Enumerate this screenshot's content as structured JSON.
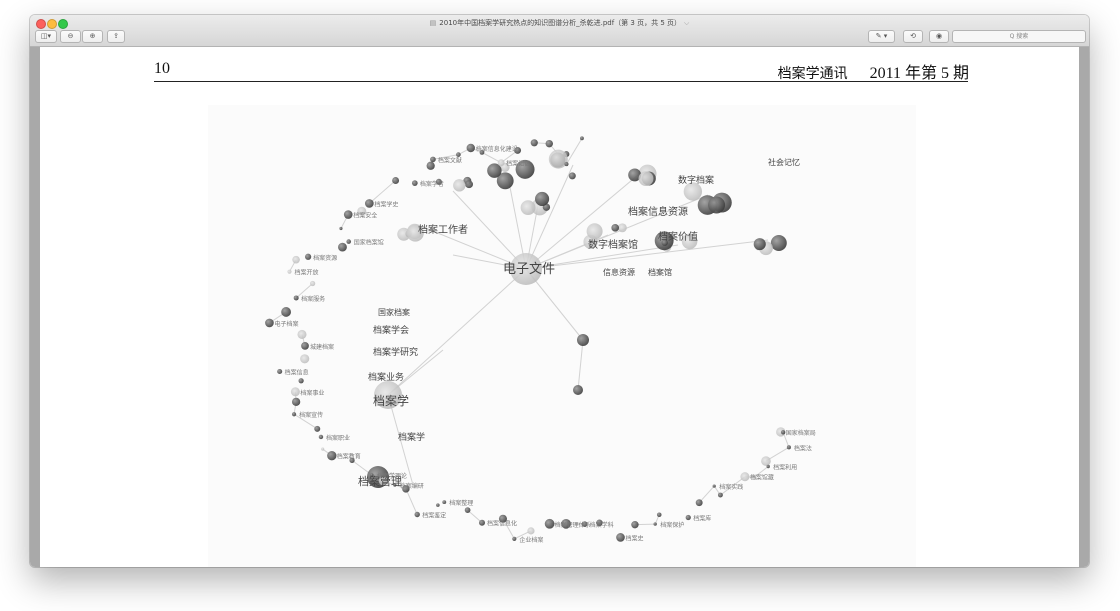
{
  "window": {
    "title": "2010年中国档案学研究热点的知识图谱分析_杀乾进.pdf（第 3 页，共 5 页）",
    "title_chevron": "⌵"
  },
  "toolbar": {
    "sidebar_icon": "sidebar-icon",
    "zoom_out_icon": "zoom-out-icon",
    "zoom_in_icon": "zoom-in-icon",
    "share_icon": "share-icon",
    "markup_icon": "pen-icon",
    "rotate_icon": "rotate-icon",
    "annotate_icon": "annotate-icon",
    "search_placeholder": "Q 搜索"
  },
  "page": {
    "page_number": "10",
    "journal_name": "档案学通讯",
    "issue": "2011 年第 5 期"
  },
  "figure": {
    "labels": [
      "电子文件",
      "档案学",
      "档案工作者",
      "国家档案",
      "档案学会",
      "档案学研究",
      "档案业务",
      "档案管理",
      "档案学",
      "数字档案馆",
      "档案信息资源",
      "数字档案",
      "社会记忆",
      "信息资源",
      "档案价值",
      "档案馆",
      "国家档案局",
      "档案法",
      "档案利用",
      "档案馆藏",
      "档案实践",
      "档案库",
      "档案保护",
      "档案史",
      "档案学科",
      "档案管理体系",
      "企业档案",
      "档案信息化",
      "档案整理",
      "档案鉴定",
      "档案编研",
      "档案学理论",
      "档案教育",
      "档案职业",
      "档案宣传",
      "档案事业",
      "档案信息",
      "城建档案",
      "电子档案",
      "档案服务",
      "档案开放",
      "档案资源",
      "国家档案馆",
      "档案安全",
      "档案学史",
      "档案学者",
      "档案文献",
      "档案信息化建设",
      "档案记忆"
    ]
  }
}
